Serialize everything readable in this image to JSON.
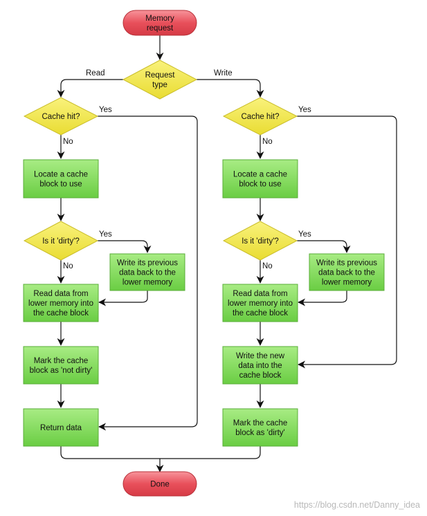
{
  "colors": {
    "terminal_fill": "#e8505b",
    "terminal_stroke": "#b8323a",
    "decision_fill": "#f2e84a",
    "decision_stroke": "#c9bd2a",
    "process_fill": "#7ed957",
    "process_stroke": "#5aad38",
    "edge": "#111111",
    "watermark": "#b8b8b8"
  },
  "nodes": {
    "memory_request": "Memory\nrequest",
    "request_type": "Request\ntype",
    "read_cache_hit": "Cache hit?",
    "read_locate": "Locate a cache\nblock to use",
    "read_dirty": "Is it 'dirty'?",
    "read_write_prev": "Write its previous\ndata back to the\nlower memory",
    "read_read_data": "Read data from\nlower memory into\nthe cache block",
    "read_mark_not_dirty": "Mark the cache\nblock as 'not dirty'",
    "read_return": "Return data",
    "write_cache_hit": "Cache hit?",
    "write_locate": "Locate a cache\nblock to use",
    "write_dirty": "Is it 'dirty'?",
    "write_write_prev": "Write its previous\ndata back to the\nlower memory",
    "write_read_data": "Read data from\nlower memory into\nthe cache block",
    "write_new_data": "Write the new\ndata into the\ncache block",
    "write_mark_dirty": "Mark the cache\nblock as 'dirty'",
    "done": "Done"
  },
  "edge_labels": {
    "read": "Read",
    "write": "Write",
    "read_hit_yes": "Yes",
    "read_hit_no": "No",
    "read_dirty_yes": "Yes",
    "read_dirty_no": "No",
    "write_hit_yes": "Yes",
    "write_hit_no": "No",
    "write_dirty_yes": "Yes",
    "write_dirty_no": "No"
  },
  "watermark": "https://blog.csdn.net/Danny_idea"
}
